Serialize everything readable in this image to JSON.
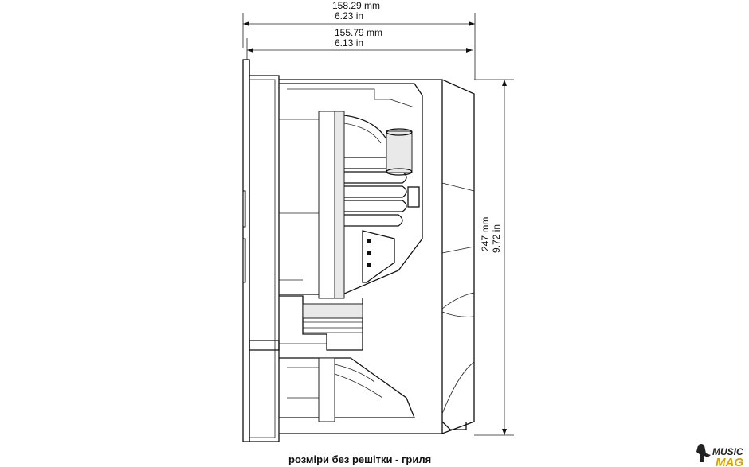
{
  "dimensions": {
    "outer_width_mm": "158.29 mm",
    "outer_width_in": "6.23 in",
    "inner_width_mm": "155.79 mm",
    "inner_width_in": "6.13 in",
    "height_mm": "247 mm",
    "height_in": "9.72 in"
  },
  "caption": "розміри без решітки - гриля",
  "watermark": {
    "word1": "MUSIC",
    "word2": "MAG",
    "colors": {
      "music": "#222222",
      "mag": "#d9a400"
    }
  }
}
